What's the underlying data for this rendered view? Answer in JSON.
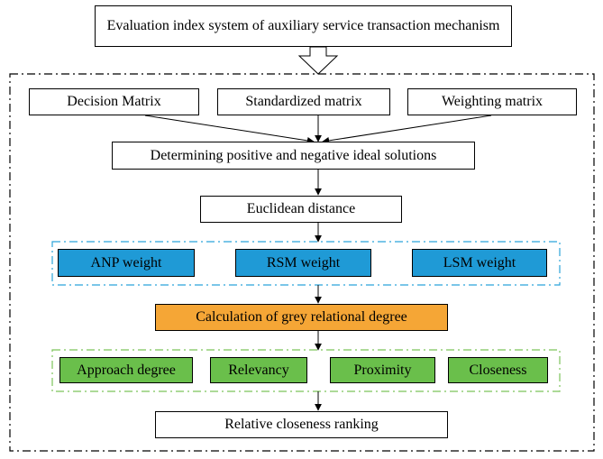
{
  "diagram": {
    "top_box": "Evaluation index system of auxiliary service transaction mechanism",
    "inputs": [
      "Decision Matrix",
      "Standardized matrix",
      "Weighting matrix"
    ],
    "ideal_solutions": "Determining positive and negative ideal solutions",
    "distance": "Euclidean distance",
    "weights": [
      "ANP weight",
      "RSM weight",
      "LSM weight"
    ],
    "grey_degree": "Calculation of grey relational degree",
    "measures": [
      "Approach degree",
      "Relevancy",
      "Proximity",
      "Closeness"
    ],
    "ranking": "Relative closeness ranking"
  },
  "colors": {
    "weight_fill": "#1f9ad6",
    "grey_degree_fill": "#f5a636",
    "measure_fill": "#6abf4b",
    "weight_group_border": "#2ba3d9",
    "measure_group_border": "#7cc35a"
  }
}
